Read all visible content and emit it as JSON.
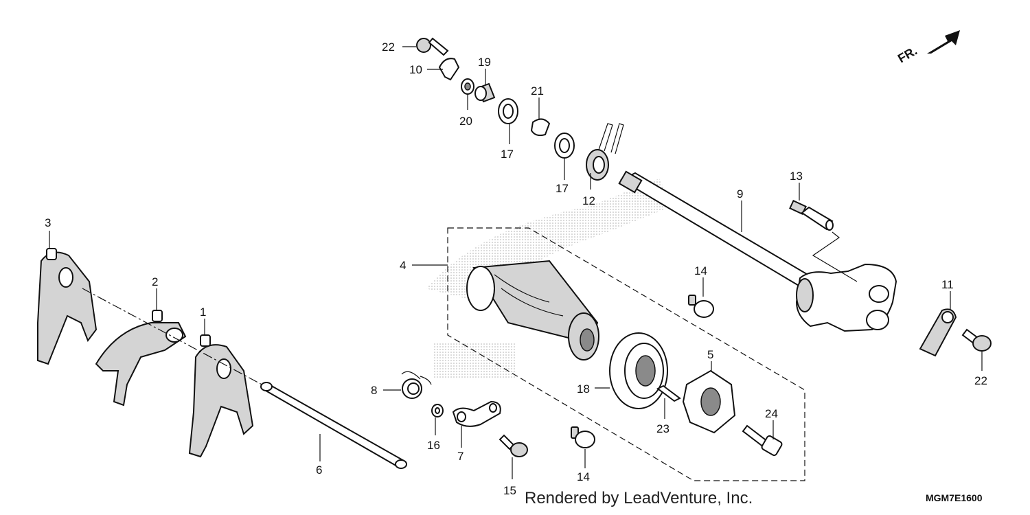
{
  "diagram": {
    "direction_indicator": "FR.",
    "footer_text": "Rendered by LeadVenture, Inc.",
    "drawing_code": "MGM7E1600",
    "callouts": {
      "p1": "1",
      "p2": "2",
      "p3": "3",
      "p4": "4",
      "p5": "5",
      "p6": "6",
      "p7": "7",
      "p8": "8",
      "p9": "9",
      "p10": "10",
      "p11": "11",
      "p12": "12",
      "p13": "13",
      "p14a": "14",
      "p14b": "14",
      "p15": "15",
      "p16": "16",
      "p17a": "17",
      "p17b": "17",
      "p18": "18",
      "p19": "19",
      "p20": "20",
      "p21": "21",
      "p22a": "22",
      "p22b": "22",
      "p23": "23",
      "p24": "24"
    }
  }
}
